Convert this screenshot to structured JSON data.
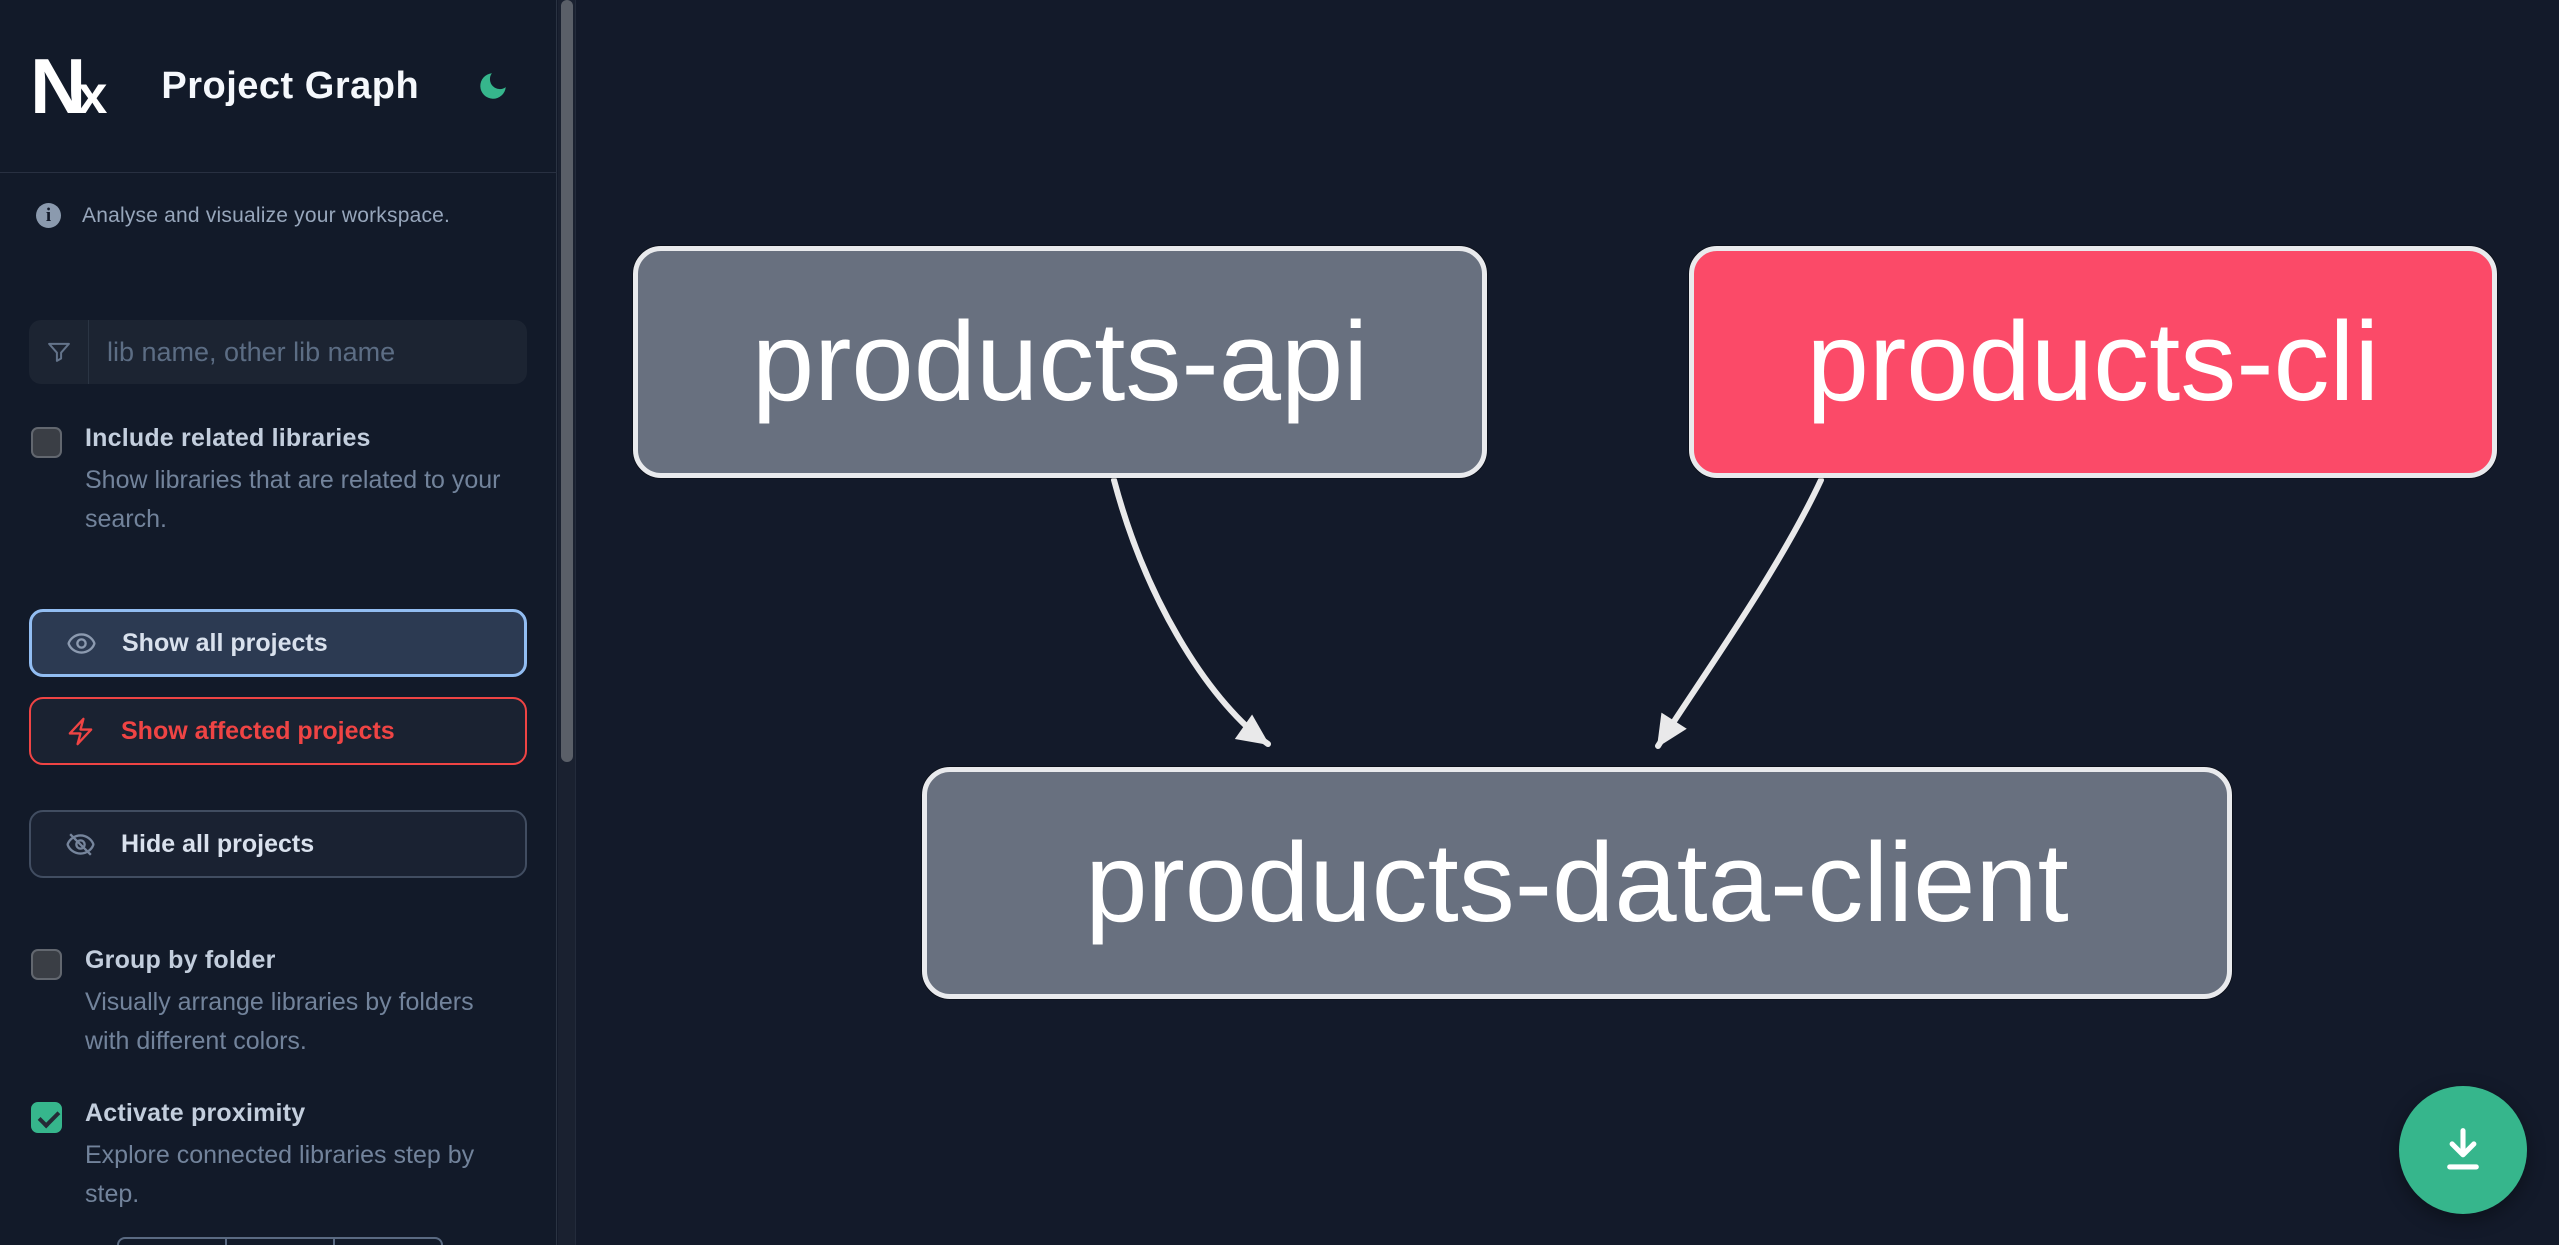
{
  "header": {
    "logo": "Nx",
    "title": "Project Graph",
    "theme_toggle_icon": "moon-icon"
  },
  "sidebar": {
    "info_text": "Analyse and visualize your workspace.",
    "search": {
      "placeholder": "lib name, other lib name",
      "value": "",
      "icon": "funnel-filter-icon"
    },
    "toggles": [
      {
        "label": "Include related libraries",
        "description": "Show libraries that are related to your search.",
        "checked": false
      },
      {
        "label": "Group by folder",
        "description": "Visually arrange libraries by folders with different colors.",
        "checked": false
      },
      {
        "label": "Activate proximity",
        "description": "Explore connected libraries step by step.",
        "checked": true
      }
    ],
    "buttons": [
      {
        "label": "Show all projects",
        "icon": "eye-icon",
        "variant": "primary-selected"
      },
      {
        "label": "Show affected projects",
        "icon": "lightning-bolt-icon",
        "variant": "affected"
      },
      {
        "label": "Hide all projects",
        "icon": "eye-slash-icon",
        "variant": "default"
      }
    ]
  },
  "graph": {
    "nodes": [
      {
        "id": "products-api",
        "label": "products-api",
        "state": "normal"
      },
      {
        "id": "products-cli",
        "label": "products-cli",
        "state": "affected"
      },
      {
        "id": "products-data-client",
        "label": "products-data-client",
        "state": "normal"
      }
    ],
    "edges": [
      {
        "from": "products-api",
        "to": "products-data-client"
      },
      {
        "from": "products-cli",
        "to": "products-data-client"
      }
    ]
  },
  "fab": {
    "icon": "download-icon"
  },
  "colors": {
    "background": "#131a2a",
    "accent_green": "#36b68c",
    "affected_pink": "#fb4a68",
    "node_gray": "#68707f",
    "node_border": "#e9eaed",
    "focus_blue": "#92bdf2",
    "danger_red": "#ef4444",
    "edge_gray": "#e9e9ea"
  }
}
